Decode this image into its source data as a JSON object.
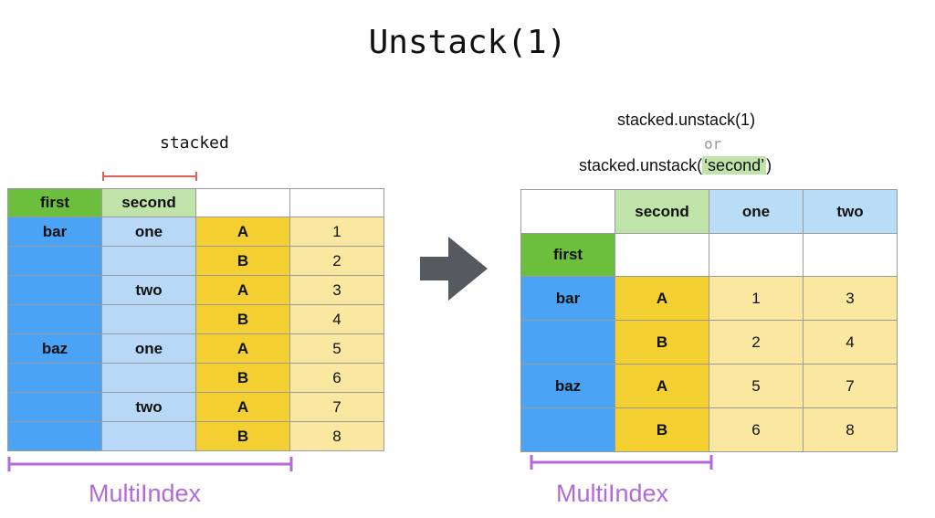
{
  "title": "Unstack(1)",
  "left": {
    "label": "stacked",
    "columns": [
      "first",
      "second",
      "",
      ""
    ],
    "rows": [
      [
        "bar",
        "one",
        "A",
        "1"
      ],
      [
        "",
        "",
        "B",
        "2"
      ],
      [
        "",
        "two",
        "A",
        "3"
      ],
      [
        "",
        "",
        "B",
        "4"
      ],
      [
        "baz",
        "one",
        "A",
        "5"
      ],
      [
        "",
        "",
        "B",
        "6"
      ],
      [
        "",
        "two",
        "A",
        "7"
      ],
      [
        "",
        "",
        "B",
        "8"
      ]
    ],
    "multiindex_label": "MultiIndex"
  },
  "right": {
    "code_line1": "stacked.unstack(1)",
    "code_or": "or",
    "code_line2_prefix": "stacked.unstack(",
    "code_line2_arg": "‘second’",
    "code_line2_suffix": ")",
    "header_row1": [
      "",
      "second",
      "one",
      "two"
    ],
    "header_row2": [
      "first",
      "",
      "",
      ""
    ],
    "rows": [
      [
        "bar",
        "A",
        "1",
        "3"
      ],
      [
        "",
        "B",
        "2",
        "4"
      ],
      [
        "baz",
        "A",
        "5",
        "7"
      ],
      [
        "",
        "B",
        "6",
        "8"
      ]
    ],
    "multiindex_label": "MultiIndex"
  },
  "colors": {
    "level0_header": "#6cbf3d",
    "level1_header": "#bfe3a8",
    "level0_cells": "#4aa3f5",
    "level1_cells": "#b7d9f7",
    "index_cells": "#f4cf31",
    "value_cells": "#fbe8a0",
    "bracket_red": "#e0605a",
    "multiindex_purple": "#b36ad9",
    "arrow": "#555a60"
  }
}
